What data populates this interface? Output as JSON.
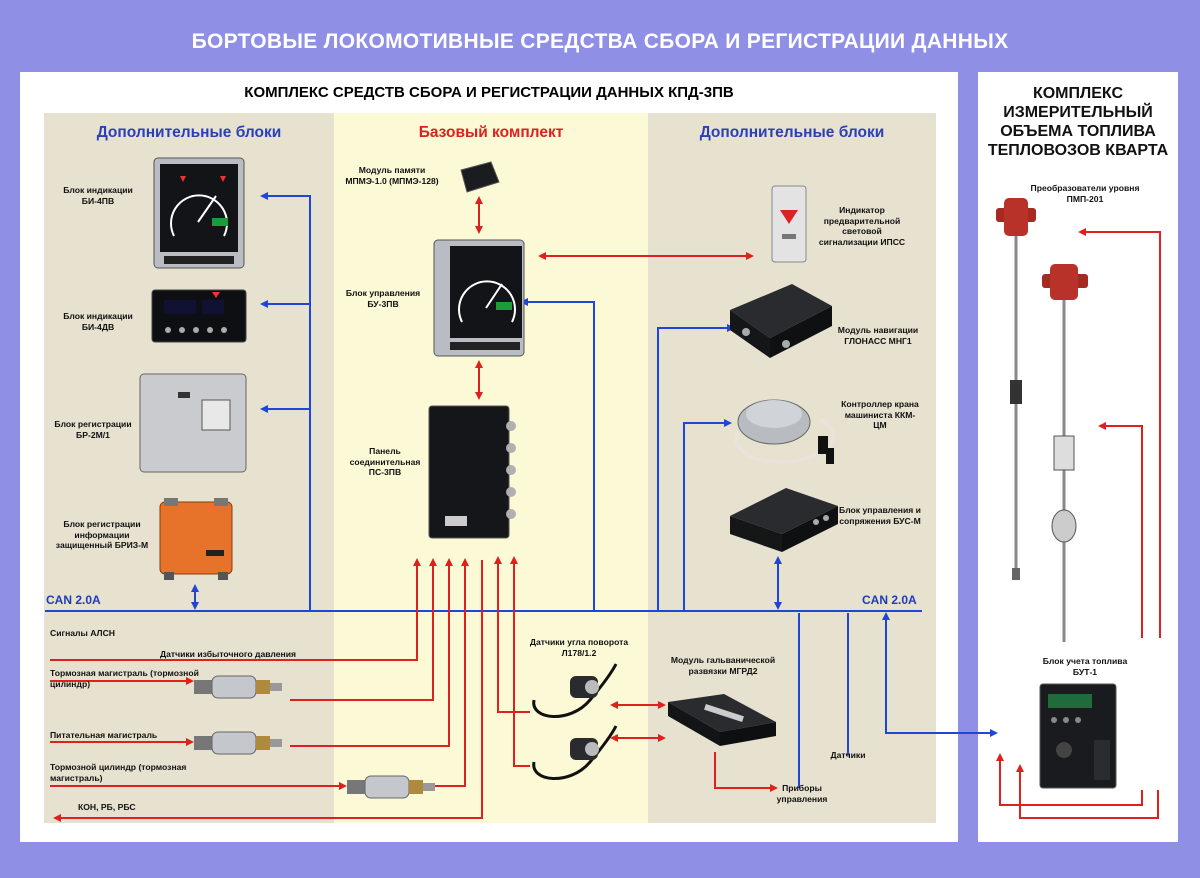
{
  "title": "БОРТОВЫЕ ЛОКОМОТИВНЫЕ СРЕДСТВА СБОРА И РЕГИСТРАЦИИ ДАННЫХ",
  "left_panel": {
    "subtitle": "КОМПЛЕКС СРЕДСТВ СБОРА И РЕГИСТРАЦИИ ДАННЫХ КПД-3ПВ",
    "zone_left_header": "Дополнительные блоки",
    "zone_center_header": "Базовый комплект",
    "zone_right_header": "Дополнительные блоки",
    "bus_label_left": "CAN 2.0A",
    "bus_label_right": "CAN 2.0A",
    "left_devices": [
      {
        "label": "Блок индикации БИ-4ПВ"
      },
      {
        "label": "Блок индикации БИ-4ДВ"
      },
      {
        "label": "Блок регистрации БР-2М/1"
      },
      {
        "label": "Блок регистрации информации защищенный БРИЗ-М"
      }
    ],
    "center_devices": [
      {
        "label": "Модуль памяти МПМЭ-1.0 (МПМЭ-128)"
      },
      {
        "label": "Блок управления БУ-3ПВ"
      },
      {
        "label": "Панель соединительная ПС-3ПВ"
      }
    ],
    "right_devices": [
      {
        "label": "Индикатор предварительной световой сигнализации ИПСС"
      },
      {
        "label": "Модуль навигации ГЛОНАСС МНГ1"
      },
      {
        "label": "Контроллер крана машиниста ККМ-ЦМ"
      },
      {
        "label": "Блок управления и сопряжения БУС-М"
      }
    ],
    "bottom_signals": {
      "alsn": "Сигналы АЛСН",
      "overpressure": "Датчики избыточного давления",
      "brake_main": "Тормозная магистраль (тормозной цилиндр)",
      "feed_main": "Питательная магистраль",
      "brake_cyl": "Тормозной цилиндр (тормозная магистраль)",
      "kon": "КОН, РБ, РБС",
      "angle_sensors": "Датчики угла поворота Л178/1.2",
      "galvanic": "Модуль гальванической развязки МГРД2",
      "control_devices": "Приборы управления",
      "sensors": "Датчики"
    }
  },
  "right_panel": {
    "title": "КОМПЛЕКС ИЗМЕРИТЕЛЬНЫЙ ОБЪЕМА ТОПЛИВА ТЕПЛОВОЗОВ КВАРТА",
    "transducers": "Преобразователи уровня ПМП-201",
    "fuel_unit": "Блок учета топлива БУТ-1"
  },
  "colors": {
    "frame": "#8f8fe6",
    "left_zone": "#e6e2cf",
    "center_zone": "#fcf9d7",
    "blue_line": "#1f46d6",
    "red_line": "#e0201c",
    "header_blue": "#2a3fb8",
    "header_red": "#d8231f"
  }
}
